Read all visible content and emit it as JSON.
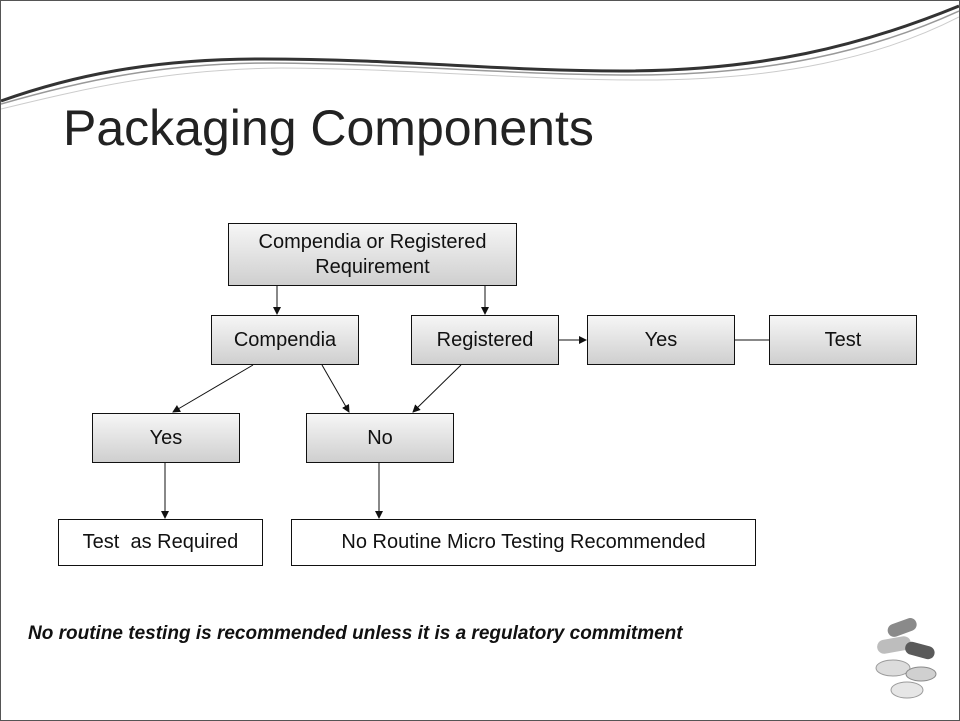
{
  "slide": {
    "title": "Packaging Components",
    "footnote": "No routine testing is recommended unless it is a regulatory commitment"
  },
  "flowchart": {
    "nodes": {
      "root": "Compendia or Registered Requirement",
      "compendia": "Compendia",
      "registered": "Registered",
      "reg_yes": "Yes",
      "test": "Test",
      "comp_yes": "Yes",
      "no": "No",
      "test_as_required": "Test  as Required",
      "no_routine": "No Routine Micro Testing Recommended"
    },
    "edges": [
      [
        "root",
        "compendia"
      ],
      [
        "root",
        "registered"
      ],
      [
        "registered",
        "reg_yes"
      ],
      [
        "reg_yes",
        "test"
      ],
      [
        "compendia",
        "comp_yes"
      ],
      [
        "compendia",
        "no"
      ],
      [
        "registered",
        "no"
      ],
      [
        "comp_yes",
        "test_as_required"
      ],
      [
        "no",
        "no_routine"
      ]
    ]
  },
  "colors": {
    "border": "#111111",
    "box_top": "#f6f6f6",
    "box_bottom": "#cfcfcf"
  },
  "icons": [
    "pills-icon"
  ]
}
